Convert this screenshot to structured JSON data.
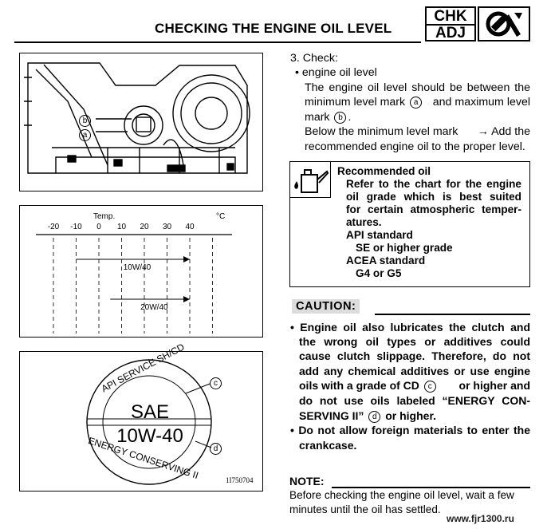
{
  "header": {
    "title": "CHECKING THE ENGINE OIL LEVEL",
    "chk": "CHK",
    "adj": "ADJ",
    "icon": "wrench-icon"
  },
  "figure1": {
    "label_b": "b",
    "label_a": "a"
  },
  "figure2": {
    "temp_label": "Temp.",
    "unit": "°C",
    "ticks": [
      "-20",
      "-10",
      "0",
      "10",
      "20",
      "30",
      "40"
    ],
    "grades": [
      {
        "name": "10W/40",
        "from": -10,
        "to": 40
      },
      {
        "name": "20W/40",
        "from": 5,
        "to": 40
      }
    ]
  },
  "figure3": {
    "api": "API SERVICE SH/CD",
    "sae": "SAE",
    "grade": "10W-40",
    "energy": "ENERGY CONSERVING II",
    "label_c": "c",
    "label_d": "d",
    "code": "1I750704"
  },
  "step": {
    "number": "3. Check:",
    "bullet": "• engine oil level",
    "lines": [
      "The engine oil level should be between the",
      "minimum level mark",
      "and maximum level",
      "mark",
      "Below the minimum level mark",
      "→ Add the",
      "recommended engine oil to the proper level."
    ],
    "mark_a": "a",
    "mark_b": "b"
  },
  "oil_box": {
    "icon": "oil-can-icon",
    "heading": "Recommended oil",
    "lines": [
      "Refer to the chart for the engine",
      "oil grade which is best suited",
      "for certain atmospheric temper-",
      "atures."
    ],
    "api_label": "API standard",
    "api_value": "SE or higher grade",
    "acea_label": "ACEA standard",
    "acea_value": "G4 or G5"
  },
  "caution": {
    "label": "CAUTION:",
    "lines": [
      "• Engine oil also lubricates the clutch and",
      "the wrong oil types or additives could",
      "cause clutch slippage. Therefore, do not",
      "add any chemical additives or use engine",
      "oils with a grade of CD",
      "or higher and",
      "do not use oils labeled “ENERGY CON-",
      "SERVING II”",
      "or higher.",
      "• Do not allow foreign materials to enter the",
      "crankcase."
    ],
    "mark_c": "c",
    "mark_d": "d"
  },
  "note": {
    "label": "NOTE:",
    "lines": [
      "Before checking the engine oil level, wait a few",
      "minutes until the oil has settled."
    ]
  },
  "watermark": "www.fjr1300.ru"
}
